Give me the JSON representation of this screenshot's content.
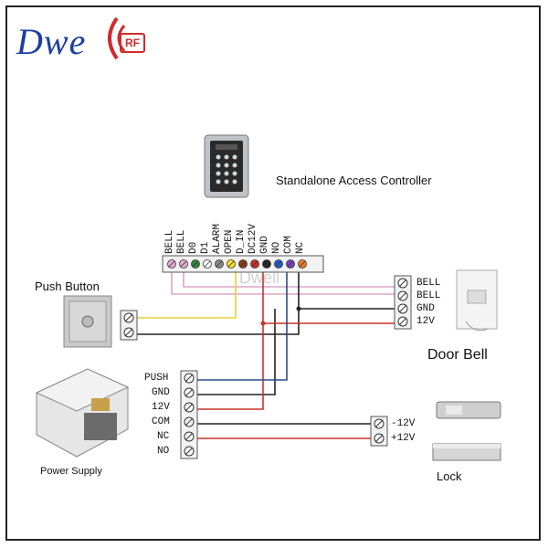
{
  "brand": {
    "name": "Dwe",
    "badge": "RF"
  },
  "controller": {
    "label": "Standalone Access Controller"
  },
  "terminals": [
    "BELL",
    "BELL",
    "D0",
    "D1",
    "ALARM",
    "OPEN",
    "D_IN",
    "DC12V",
    "GND",
    "NO",
    "COM",
    "NC"
  ],
  "push_button": {
    "label": "Push Button"
  },
  "door_bell": {
    "label": "Door Bell",
    "terminals": [
      "BELL",
      "BELL",
      "GND",
      "12V"
    ]
  },
  "power_supply": {
    "label": "Power Supply",
    "terminals": [
      "PUSH",
      "GND",
      "12V",
      "COM",
      "NC",
      "NO"
    ]
  },
  "lock": {
    "label": "Lock",
    "terminals": [
      "-12V",
      "+12V"
    ]
  },
  "watermark": "Dwell",
  "colors": {
    "wire_pink": "#d9a6c8",
    "wire_yellow": "#e6d23a",
    "wire_red": "#c8332b",
    "wire_black": "#222222",
    "wire_blue": "#2b4a8c",
    "wire_grey": "#9a9a9a",
    "brand_blue": "#1c3fa0",
    "brand_red": "#d12a2a"
  },
  "terminal_colors": [
    "#e8a9d6",
    "#e8a9d6",
    "#2e8a3a",
    "#ffffff",
    "#888888",
    "#ffe21f",
    "#8b3a1a",
    "#d12a2a",
    "#222222",
    "#2459c9",
    "#7a3fbf",
    "#e67e22"
  ]
}
